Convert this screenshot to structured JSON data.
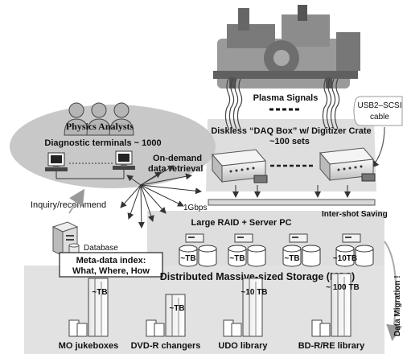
{
  "top": {
    "plasma_signals": "Plasma Signals",
    "usb_cable": "USB2–SCSI cable",
    "daq_box_title": "Diskless “DAQ Box” w/ Digitizer Crate",
    "daq_box_count": "~100 sets"
  },
  "left": {
    "physics_analysts": "Physics Analysts",
    "diagnostic_terminals": "Diagnostic terminals ~ 1000",
    "on_demand": "On-demand",
    "data_retrieval": "data retrieval",
    "inquiry": "Inquiry/recommend",
    "database": "Database",
    "metadata_title": "Meta-data index:",
    "metadata_fields": "What, Where, How"
  },
  "network": {
    "bandwidth": "1Gbps",
    "inter_shot": "Inter-shot Saving"
  },
  "storage": {
    "raid_title": "Large RAID + Server PC",
    "raid_units": [
      "~TB",
      "~TB",
      "~TB",
      "~10TB"
    ],
    "mss_title": "Distributed Massive-sized Storage (MSS)",
    "data_migration": "Data Migration !"
  },
  "archive": {
    "items": [
      {
        "label": "MO jukeboxes",
        "capacity": "~TB"
      },
      {
        "label": "DVD-R changers",
        "capacity": "~TB"
      },
      {
        "label": "UDO library",
        "capacity": "~10 TB"
      },
      {
        "label": "BD-R/RE library",
        "capacity": "~ 100 TB"
      }
    ]
  },
  "colors": {
    "panel_gray": "#dcdcdc",
    "ellipse_gray": "#c8c8c8",
    "mss_text": "#b0b0b0",
    "line": "#333333"
  }
}
